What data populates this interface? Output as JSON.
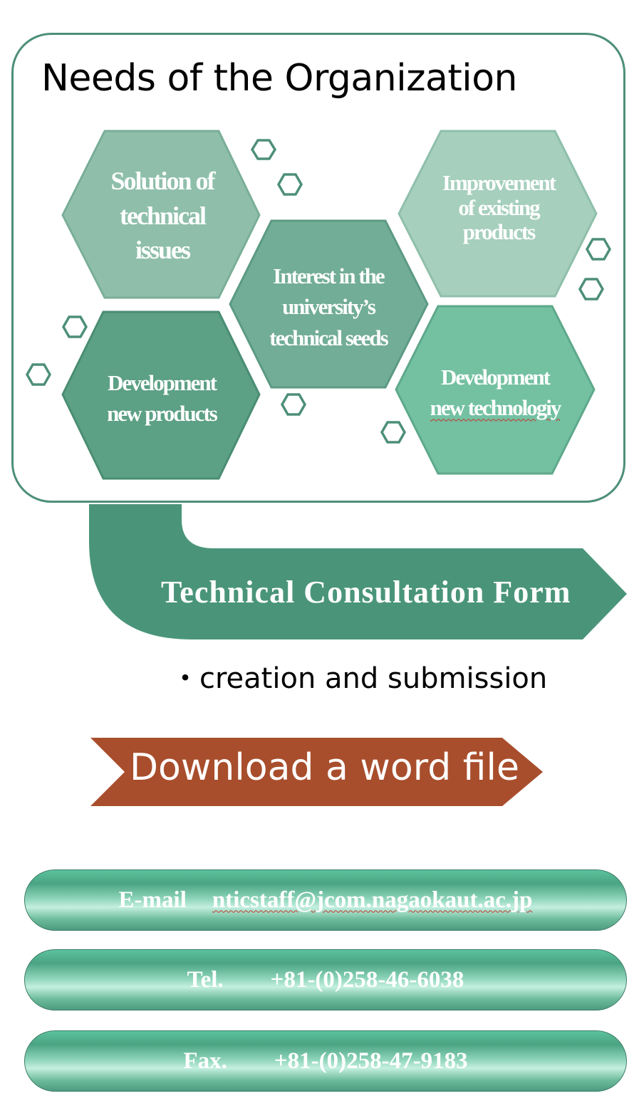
{
  "needs": {
    "title": "Needs of the Organization",
    "hexagons": [
      {
        "id": "solution",
        "lines": [
          "Solution of",
          "technical",
          "issues"
        ],
        "color": "#8fbfab"
      },
      {
        "id": "improvement",
        "lines": [
          "Improvement",
          "of existing",
          "products"
        ],
        "color": "#a6cfbd"
      },
      {
        "id": "interest",
        "lines": [
          "Interest in the",
          "university’s",
          "technical seeds"
        ],
        "color": "#72ad97"
      },
      {
        "id": "dev-products",
        "lines": [
          "Development",
          "new products"
        ],
        "color": "#5ca085"
      },
      {
        "id": "dev-technology",
        "lines": [
          "Development",
          "new technologiy"
        ],
        "color": "#74c1a2"
      }
    ],
    "border_color": "#4d8f78"
  },
  "form": {
    "title": "Technical Consultation Form",
    "subtitle": "・creation and submission",
    "arrow_color": "#4a957a"
  },
  "download": {
    "label": "Download a word file",
    "color": "#a84e2c"
  },
  "contacts": [
    {
      "key": "E-mail",
      "value": "nticstaff@jcom.nagaokaut.ac.jp"
    },
    {
      "key": "Tel.",
      "value": "+81-(0)258-46-6038"
    },
    {
      "key": "Fax.",
      "value": "+81-(0)258-47-9183"
    }
  ]
}
